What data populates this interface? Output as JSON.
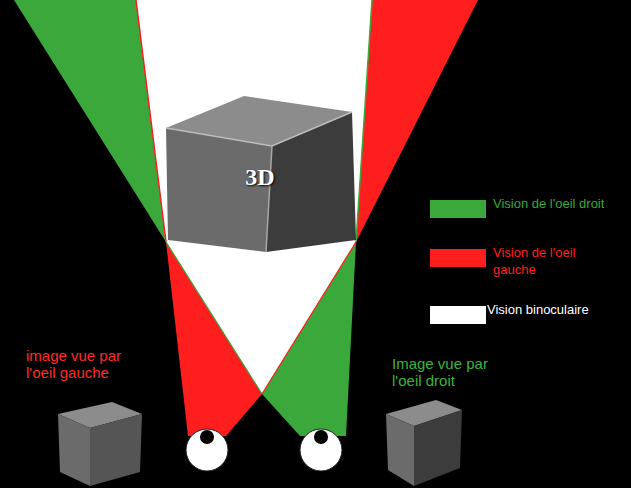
{
  "diagram": {
    "labels": [
      "3D",
      "image vue par l'oeil gauche",
      "Image vue par l'oeil droit"
    ],
    "legend": [
      {
        "text": "Vision de l'oeil droit",
        "color": "#3aa83a"
      },
      {
        "text": "Vision de l'oeil gauche",
        "color": "#ff1e1e"
      },
      {
        "text": "Vision binoculaire",
        "color": "#ffffff"
      }
    ]
  }
}
